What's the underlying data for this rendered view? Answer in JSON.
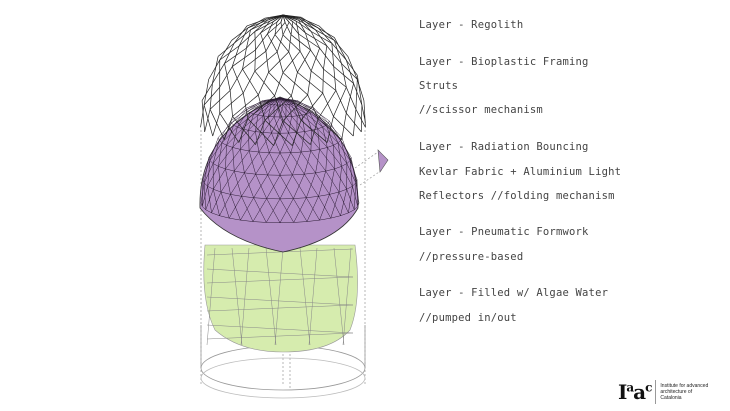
{
  "labels": [
    "Layer - Regolith",
    "Layer - Bioplastic Framing",
    "Struts",
    "//scissor mechanism",
    "Layer - Radiation Bouncing",
    "Kevlar Fabric + Aluminium Light",
    "Reflectors //folding mechanism",
    "Layer - Pneumatic Formwork",
    "//pressure-based",
    "Layer - Filled w/ Algae Water",
    "//pumped in/out"
  ],
  "logo": {
    "mark": "Iaac",
    "text": "Institute for advanced architecture of Catalonia"
  },
  "colors": {
    "purple": "#b592c8",
    "green": "#d6ecae",
    "text": "#444444"
  }
}
